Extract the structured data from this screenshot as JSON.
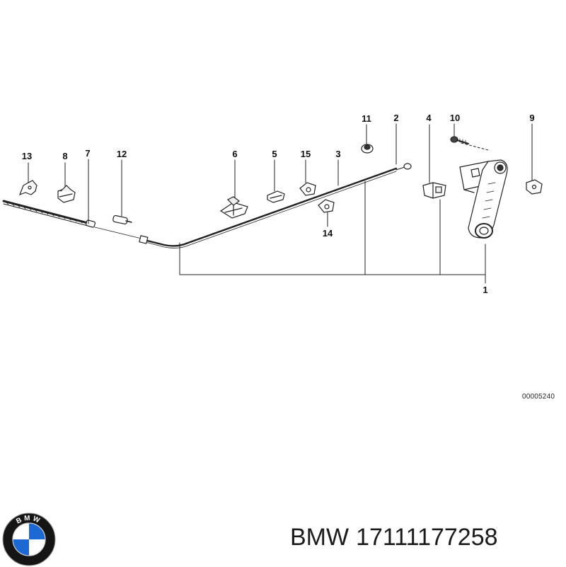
{
  "diagram": {
    "callouts": {
      "c1": "1",
      "c2": "2",
      "c3": "3",
      "c4": "4",
      "c5": "5",
      "c6": "6",
      "c7": "7",
      "c8": "8",
      "c9": "9",
      "c10": "10",
      "c11": "11",
      "c12": "12",
      "c13": "13",
      "c14": "14",
      "c15": "15"
    },
    "reference_number": "00005240"
  },
  "product": {
    "brand": "BMW",
    "part_number": "17111177258",
    "logo_letters": "BMW"
  },
  "colors": {
    "line": "#222222",
    "logo_blue": "#1c69d4",
    "logo_ring": "#151515"
  }
}
